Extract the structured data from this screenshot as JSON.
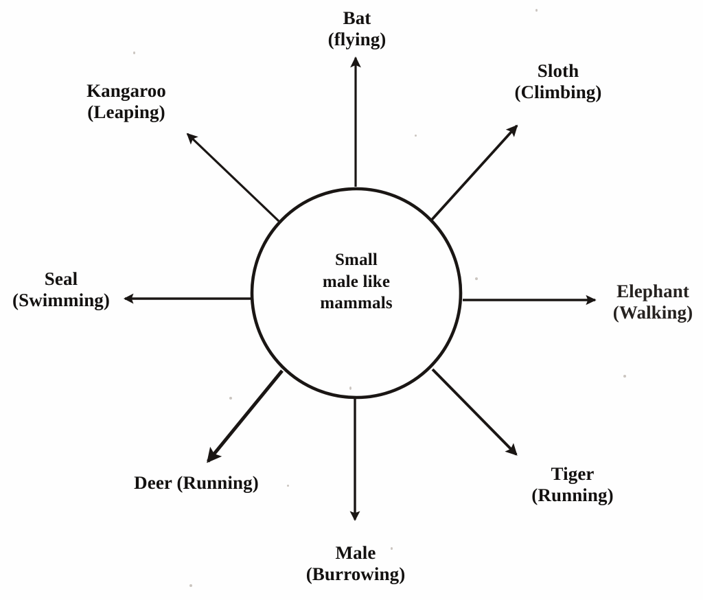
{
  "diagram": {
    "type": "radial-spoke",
    "center": {
      "label": "Small\nmale like\nmammals",
      "shape": "circle"
    },
    "nodes": [
      {
        "id": "bat",
        "label": "Bat\n(flying)",
        "direction": "up",
        "angle_deg": 90
      },
      {
        "id": "sloth",
        "label": "Sloth\n(Climbing)",
        "direction": "up-right",
        "angle_deg": 45
      },
      {
        "id": "elephant",
        "label": "Elephant\n(Walking)",
        "direction": "right",
        "angle_deg": 0
      },
      {
        "id": "tiger",
        "label": "Tiger\n(Running)",
        "direction": "down-right",
        "angle_deg": -45
      },
      {
        "id": "male",
        "label": "Male\n(Burrowing)",
        "direction": "down",
        "angle_deg": -90
      },
      {
        "id": "deer",
        "label": "Deer (Running)",
        "direction": "down-left",
        "angle_deg": -135
      },
      {
        "id": "seal",
        "label": "Seal\n(Swimming)",
        "direction": "left",
        "angle_deg": 180
      },
      {
        "id": "kangaroo",
        "label": "Kangaroo\n(Leaping)",
        "direction": "up-left",
        "angle_deg": 135
      }
    ],
    "colors": {
      "ink": "#131110",
      "background": "#fefefe",
      "stroke": "#1a1614"
    }
  }
}
